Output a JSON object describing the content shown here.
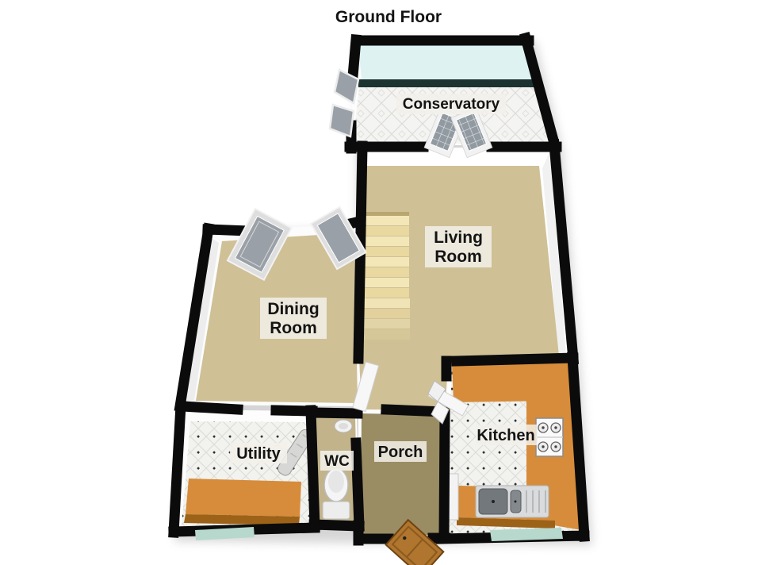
{
  "title": "Ground Floor",
  "rooms": {
    "conservatory": {
      "label": "Conservatory"
    },
    "living_room": {
      "line1": "Living",
      "line2": "Room"
    },
    "dining_room": {
      "line1": "Dining",
      "line2": "Room"
    },
    "utility": {
      "label": "Utility"
    },
    "wc": {
      "label": "WC"
    },
    "porch": {
      "label": "Porch"
    },
    "kitchen": {
      "label": "Kitchen"
    }
  },
  "colors": {
    "wall": "#0b0b0b",
    "inner_wall": "#ffffff",
    "carpet": "#cfc096",
    "porch_floor": "#9a8d64",
    "wc_floor": "#c2b38a",
    "conservatory_glass": "#def2f2",
    "glass_sill": "#1d3331",
    "counter": "#d68c3b",
    "counter_front": "#9c6218",
    "stairs": "#eedfa6",
    "front_door_wood": "#b0752e",
    "door_glass": "#9aa0a8",
    "window_glass": "#b7d8cc",
    "label_bg": "#f2f0e9",
    "label_text": "#141414"
  }
}
